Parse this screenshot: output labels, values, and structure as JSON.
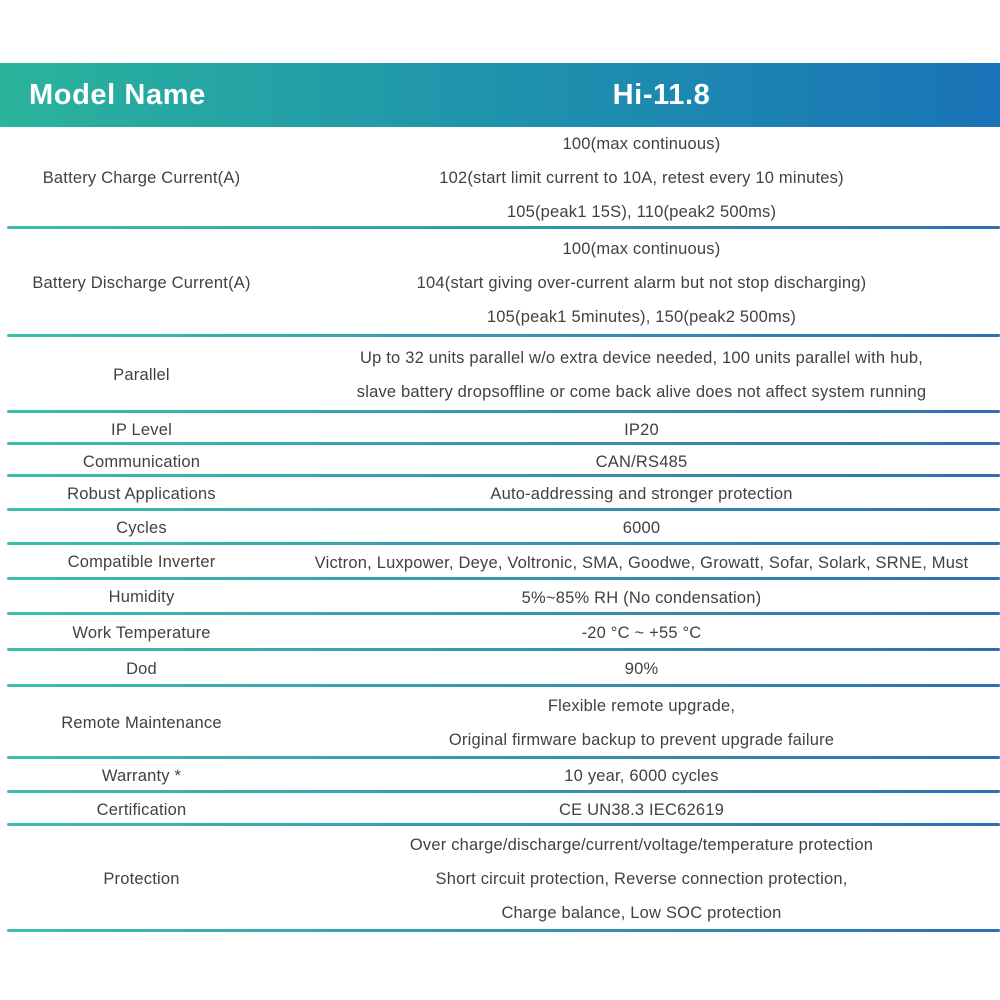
{
  "header": {
    "label": "Model Name",
    "value": "Hi-11.8",
    "gradient_start": "#2bb39c",
    "gradient_end": "#1a73b8"
  },
  "style": {
    "divider_gradient_start": "#3cbfae",
    "divider_gradient_end": "#2e6fae",
    "text_color": "#3f4245",
    "header_text_color": "#ffffff"
  },
  "rows": [
    {
      "label": "Battery Charge Current(A)",
      "values": [
        "100(max continuous)",
        "102(start limit current to 10A, retest every 10 minutes)",
        "105(peak1 15S), 110(peak2 500ms)"
      ]
    },
    {
      "label": "Battery Discharge Current(A)",
      "values": [
        "100(max continuous)",
        "104(start giving over-current alarm but not stop discharging)",
        "105(peak1 5minutes), 150(peak2 500ms)"
      ]
    },
    {
      "label": "Parallel",
      "values": [
        "Up to 32 units parallel w/o extra device needed, 100 units parallel with hub,",
        "slave battery dropsoffline or come back alive does not affect system running"
      ]
    },
    {
      "label": "IP Level",
      "values": [
        "IP20"
      ]
    },
    {
      "label": "Communication",
      "values": [
        "CAN/RS485"
      ]
    },
    {
      "label": "Robust Applications",
      "values": [
        "Auto-addressing and stronger protection"
      ]
    },
    {
      "label": "Cycles",
      "values": [
        "6000"
      ]
    },
    {
      "label": "Compatible Inverter",
      "values": [
        "Victron, Luxpower, Deye, Voltronic, SMA, Goodwe, Growatt, Sofar, Solark, SRNE, Must"
      ]
    },
    {
      "label": "Humidity",
      "values": [
        "5%~85% RH (No condensation)"
      ]
    },
    {
      "label": "Work Temperature",
      "values": [
        "-20 °C ~ +55 °C"
      ]
    },
    {
      "label": "Dod",
      "values": [
        "90%"
      ]
    },
    {
      "label": "Remote Maintenance",
      "values": [
        "Flexible remote upgrade,",
        "Original firmware backup to prevent upgrade failure"
      ]
    },
    {
      "label": "Warranty *",
      "values": [
        "10 year, 6000 cycles"
      ]
    },
    {
      "label": "Certification",
      "values": [
        "CE UN38.3 IEC62619"
      ]
    },
    {
      "label": "Protection",
      "values": [
        "Over charge/discharge/current/voltage/temperature protection",
        "Short circuit protection, Reverse connection protection,",
        "Charge balance, Low SOC protection"
      ]
    }
  ]
}
